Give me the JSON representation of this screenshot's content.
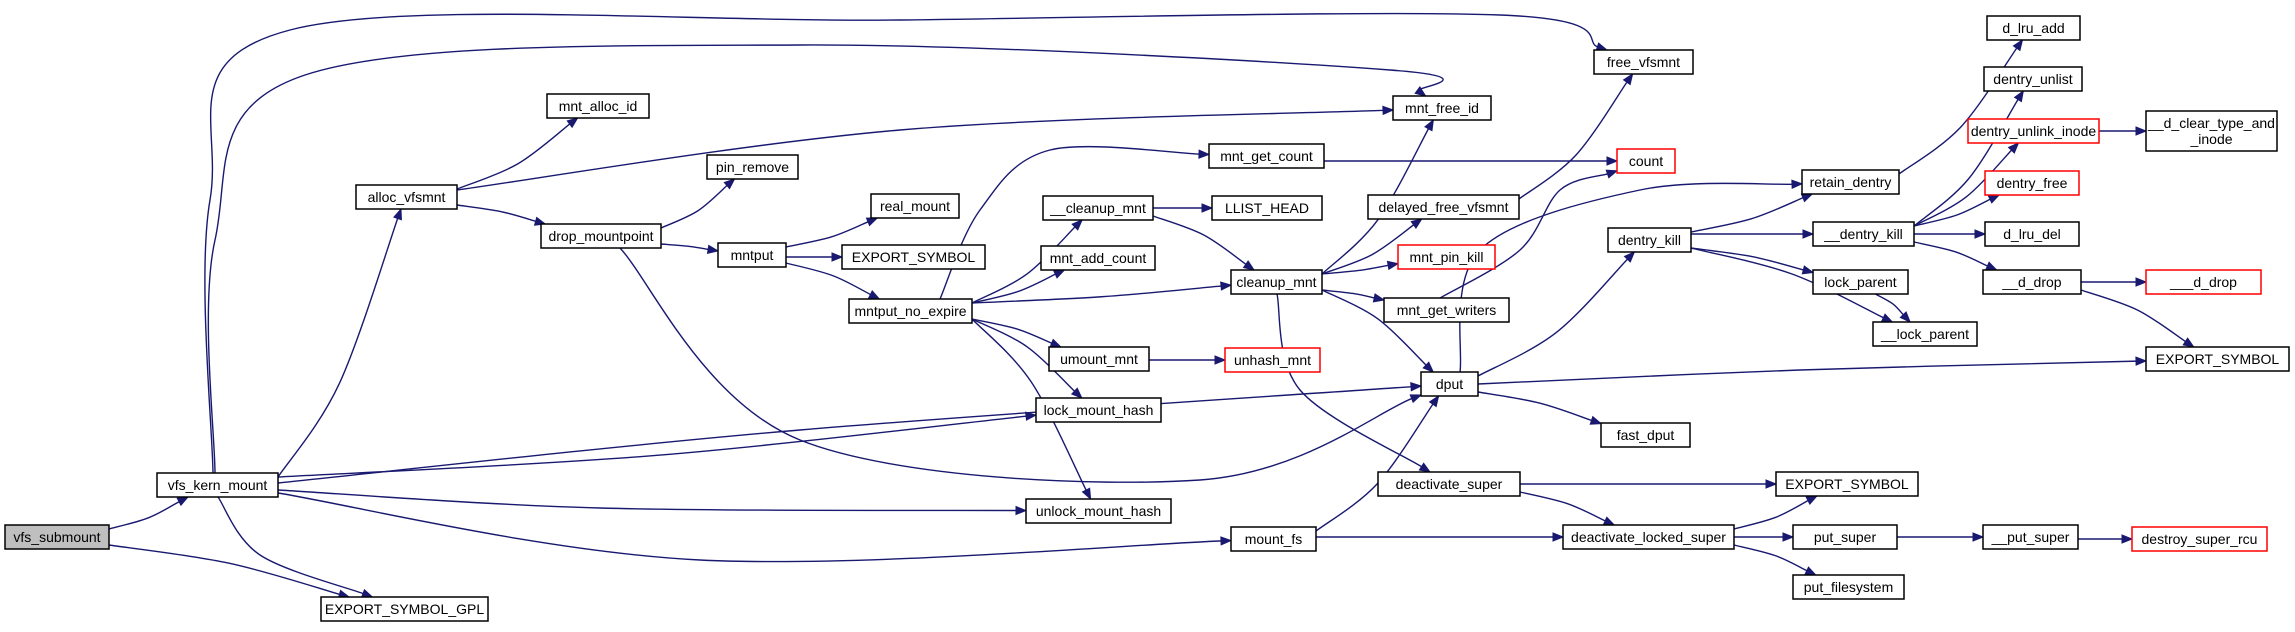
{
  "graph": {
    "colors": {
      "edge": "#191970",
      "node_border": "#000000",
      "truncated_border": "#ff0000",
      "root_fill": "#bfbfbf",
      "node_fill": "#ffffff"
    },
    "nodes": [
      {
        "id": "vfs_submount",
        "lines": [
          "vfs_submount"
        ],
        "root": true
      },
      {
        "id": "vfs_kern_mount",
        "lines": [
          "vfs_kern_mount"
        ]
      },
      {
        "id": "EXPORT_SYMBOL_GPL",
        "lines": [
          "EXPORT_SYMBOL_GPL"
        ]
      },
      {
        "id": "alloc_vfsmnt",
        "lines": [
          "alloc_vfsmnt"
        ]
      },
      {
        "id": "mnt_alloc_id",
        "lines": [
          "mnt_alloc_id"
        ]
      },
      {
        "id": "drop_mountpoint",
        "lines": [
          "drop_mountpoint"
        ]
      },
      {
        "id": "pin_remove",
        "lines": [
          "pin_remove"
        ]
      },
      {
        "id": "mntput",
        "lines": [
          "mntput"
        ]
      },
      {
        "id": "real_mount",
        "lines": [
          "real_mount"
        ]
      },
      {
        "id": "EXPORT_SYMBOL_1",
        "lines": [
          "EXPORT_SYMBOL"
        ]
      },
      {
        "id": "mntput_no_expire",
        "lines": [
          "mntput_no_expire"
        ]
      },
      {
        "id": "lock_mount_hash",
        "lines": [
          "lock_mount_hash"
        ]
      },
      {
        "id": "unlock_mount_hash",
        "lines": [
          "unlock_mount_hash"
        ]
      },
      {
        "id": "mnt_get_count",
        "lines": [
          "mnt_get_count"
        ]
      },
      {
        "id": "__cleanup_mnt",
        "lines": [
          "__cleanup_mnt"
        ]
      },
      {
        "id": "LLIST_HEAD",
        "lines": [
          "LLIST_HEAD"
        ]
      },
      {
        "id": "mnt_add_count",
        "lines": [
          "mnt_add_count"
        ]
      },
      {
        "id": "umount_mnt",
        "lines": [
          "umount_mnt"
        ]
      },
      {
        "id": "unhash_mnt",
        "lines": [
          "unhash_mnt"
        ],
        "truncated": true
      },
      {
        "id": "mount_fs",
        "lines": [
          "mount_fs"
        ]
      },
      {
        "id": "free_vfsmnt",
        "lines": [
          "free_vfsmnt"
        ]
      },
      {
        "id": "mnt_free_id",
        "lines": [
          "mnt_free_id"
        ]
      },
      {
        "id": "count",
        "lines": [
          "count"
        ],
        "truncated": true
      },
      {
        "id": "delayed_free_vfsmnt",
        "lines": [
          "delayed_free_vfsmnt"
        ]
      },
      {
        "id": "cleanup_mnt",
        "lines": [
          "cleanup_mnt"
        ]
      },
      {
        "id": "mnt_pin_kill",
        "lines": [
          "mnt_pin_kill"
        ],
        "truncated": true
      },
      {
        "id": "mnt_get_writers",
        "lines": [
          "mnt_get_writers"
        ]
      },
      {
        "id": "dput",
        "lines": [
          "dput"
        ]
      },
      {
        "id": "fast_dput",
        "lines": [
          "fast_dput"
        ]
      },
      {
        "id": "deactivate_super",
        "lines": [
          "deactivate_super"
        ]
      },
      {
        "id": "deactivate_locked_super",
        "lines": [
          "deactivate_locked_super"
        ]
      },
      {
        "id": "EXPORT_SYMBOL_2",
        "lines": [
          "EXPORT_SYMBOL"
        ]
      },
      {
        "id": "put_super",
        "lines": [
          "put_super"
        ]
      },
      {
        "id": "put_filesystem",
        "lines": [
          "put_filesystem"
        ]
      },
      {
        "id": "__put_super",
        "lines": [
          "__put_super"
        ]
      },
      {
        "id": "destroy_super_rcu",
        "lines": [
          "destroy_super_rcu"
        ],
        "truncated": true
      },
      {
        "id": "dentry_kill",
        "lines": [
          "dentry_kill"
        ]
      },
      {
        "id": "retain_dentry",
        "lines": [
          "retain_dentry"
        ]
      },
      {
        "id": "__dentry_kill",
        "lines": [
          "__dentry_kill"
        ]
      },
      {
        "id": "lock_parent",
        "lines": [
          "lock_parent"
        ]
      },
      {
        "id": "__lock_parent",
        "lines": [
          "__lock_parent"
        ]
      },
      {
        "id": "d_lru_add",
        "lines": [
          "d_lru_add"
        ]
      },
      {
        "id": "dentry_unlist",
        "lines": [
          "dentry_unlist"
        ]
      },
      {
        "id": "dentry_unlink_inode",
        "lines": [
          "dentry_unlink_inode"
        ],
        "truncated": true
      },
      {
        "id": "__d_clear_type_and_inode",
        "lines": [
          "__d_clear_type_and",
          "_inode"
        ]
      },
      {
        "id": "dentry_free",
        "lines": [
          "dentry_free"
        ],
        "truncated": true
      },
      {
        "id": "d_lru_del",
        "lines": [
          "d_lru_del"
        ]
      },
      {
        "id": "__d_drop",
        "lines": [
          "__d_drop"
        ]
      },
      {
        "id": "___d_drop",
        "lines": [
          "___d_drop"
        ],
        "truncated": true
      },
      {
        "id": "EXPORT_SYMBOL_3",
        "lines": [
          "EXPORT_SYMBOL"
        ]
      }
    ],
    "edges": [
      [
        "vfs_submount",
        "vfs_kern_mount"
      ],
      [
        "vfs_submount",
        "EXPORT_SYMBOL_GPL"
      ],
      [
        "vfs_kern_mount",
        "EXPORT_SYMBOL_GPL"
      ],
      [
        "vfs_kern_mount",
        "alloc_vfsmnt"
      ],
      [
        "vfs_kern_mount",
        "free_vfsmnt"
      ],
      [
        "vfs_kern_mount",
        "mnt_free_id"
      ],
      [
        "vfs_kern_mount",
        "lock_mount_hash"
      ],
      [
        "vfs_kern_mount",
        "unlock_mount_hash"
      ],
      [
        "vfs_kern_mount",
        "mount_fs"
      ],
      [
        "vfs_kern_mount",
        "dput"
      ],
      [
        "alloc_vfsmnt",
        "mnt_alloc_id"
      ],
      [
        "alloc_vfsmnt",
        "mnt_free_id"
      ],
      [
        "alloc_vfsmnt",
        "drop_mountpoint"
      ],
      [
        "drop_mountpoint",
        "pin_remove"
      ],
      [
        "drop_mountpoint",
        "mntput"
      ],
      [
        "drop_mountpoint",
        "dput"
      ],
      [
        "mntput",
        "real_mount"
      ],
      [
        "mntput",
        "EXPORT_SYMBOL_1"
      ],
      [
        "mntput",
        "mntput_no_expire"
      ],
      [
        "mntput_no_expire",
        "mnt_get_count"
      ],
      [
        "mntput_no_expire",
        "__cleanup_mnt"
      ],
      [
        "mntput_no_expire",
        "mnt_add_count"
      ],
      [
        "mntput_no_expire",
        "cleanup_mnt"
      ],
      [
        "mntput_no_expire",
        "umount_mnt"
      ],
      [
        "mntput_no_expire",
        "lock_mount_hash"
      ],
      [
        "mntput_no_expire",
        "unlock_mount_hash"
      ],
      [
        "mnt_get_count",
        "count"
      ],
      [
        "__cleanup_mnt",
        "LLIST_HEAD"
      ],
      [
        "__cleanup_mnt",
        "cleanup_mnt"
      ],
      [
        "umount_mnt",
        "unhash_mnt"
      ],
      [
        "mount_fs",
        "dput"
      ],
      [
        "mount_fs",
        "deactivate_locked_super"
      ],
      [
        "delayed_free_vfsmnt",
        "free_vfsmnt"
      ],
      [
        "cleanup_mnt",
        "mnt_free_id"
      ],
      [
        "cleanup_mnt",
        "delayed_free_vfsmnt"
      ],
      [
        "cleanup_mnt",
        "mnt_pin_kill"
      ],
      [
        "cleanup_mnt",
        "mnt_get_writers"
      ],
      [
        "cleanup_mnt",
        "dput"
      ],
      [
        "cleanup_mnt",
        "deactivate_super"
      ],
      [
        "mnt_get_writers",
        "count"
      ],
      [
        "dput",
        "retain_dentry"
      ],
      [
        "dput",
        "dentry_kill"
      ],
      [
        "dput",
        "fast_dput"
      ],
      [
        "dput",
        "EXPORT_SYMBOL_3"
      ],
      [
        "deactivate_super",
        "EXPORT_SYMBOL_2"
      ],
      [
        "deactivate_super",
        "deactivate_locked_super"
      ],
      [
        "deactivate_locked_super",
        "EXPORT_SYMBOL_2"
      ],
      [
        "deactivate_locked_super",
        "put_super"
      ],
      [
        "deactivate_locked_super",
        "put_filesystem"
      ],
      [
        "put_super",
        "__put_super"
      ],
      [
        "__put_super",
        "destroy_super_rcu"
      ],
      [
        "dentry_kill",
        "retain_dentry"
      ],
      [
        "dentry_kill",
        "__dentry_kill"
      ],
      [
        "dentry_kill",
        "lock_parent"
      ],
      [
        "dentry_kill",
        "__lock_parent"
      ],
      [
        "retain_dentry",
        "d_lru_add"
      ],
      [
        "__dentry_kill",
        "dentry_unlist"
      ],
      [
        "__dentry_kill",
        "dentry_unlink_inode"
      ],
      [
        "__dentry_kill",
        "dentry_free"
      ],
      [
        "__dentry_kill",
        "d_lru_del"
      ],
      [
        "__dentry_kill",
        "__d_drop"
      ],
      [
        "lock_parent",
        "__lock_parent"
      ],
      [
        "dentry_unlink_inode",
        "__d_clear_type_and_inode"
      ],
      [
        "__d_drop",
        "___d_drop"
      ],
      [
        "__d_drop",
        "EXPORT_SYMBOL_3"
      ]
    ]
  }
}
